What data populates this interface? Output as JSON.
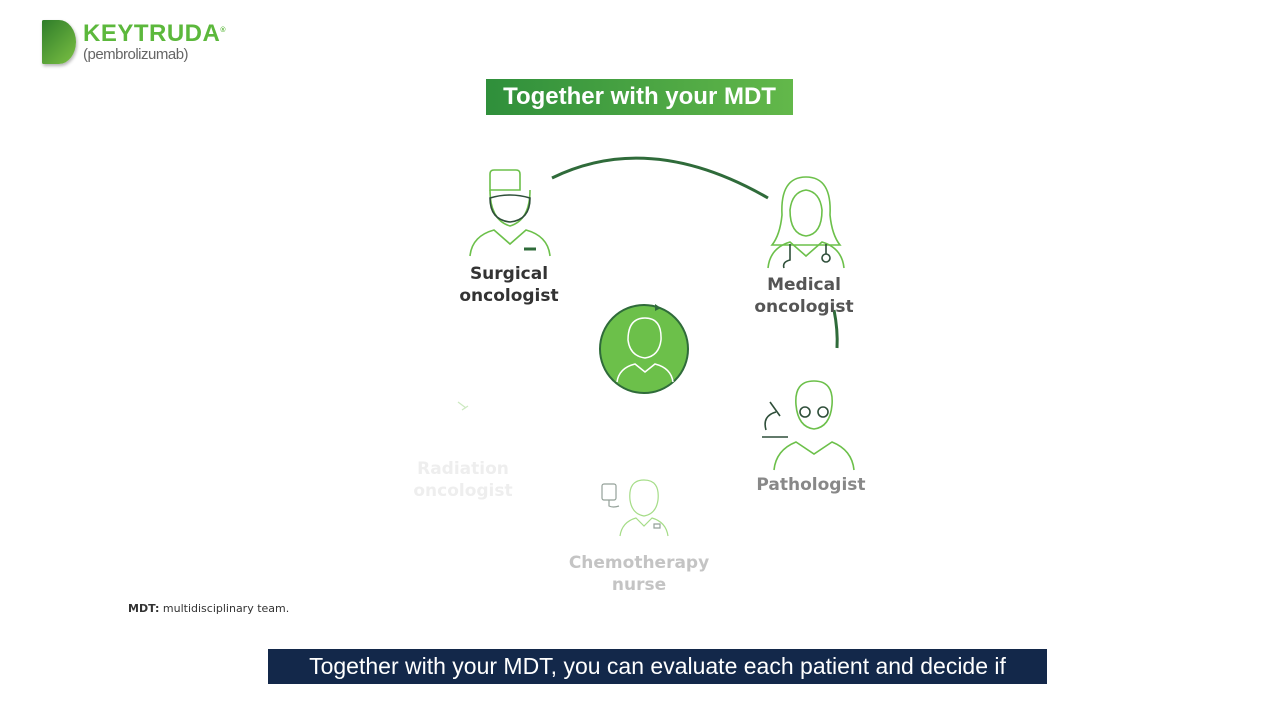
{
  "logo": {
    "brand": "KEYTRUDA",
    "registered": "®",
    "generic": "(pembrolizumab)"
  },
  "title": "Together with your MDT",
  "team": {
    "surgical": "Surgical oncologist",
    "medical": "Medical oncologist",
    "pathologist": "Pathologist",
    "radiation": "Radiation oncologist",
    "chemo": "Chemotherapy nurse"
  },
  "footnote": {
    "term": "MDT:",
    "definition": "multidisciplinary team."
  },
  "caption": "Together with your MDT, you can evaluate each patient and decide if",
  "colors": {
    "green": "#5cb83c",
    "dark_green": "#2f6b3a",
    "navy": "#13284a"
  }
}
